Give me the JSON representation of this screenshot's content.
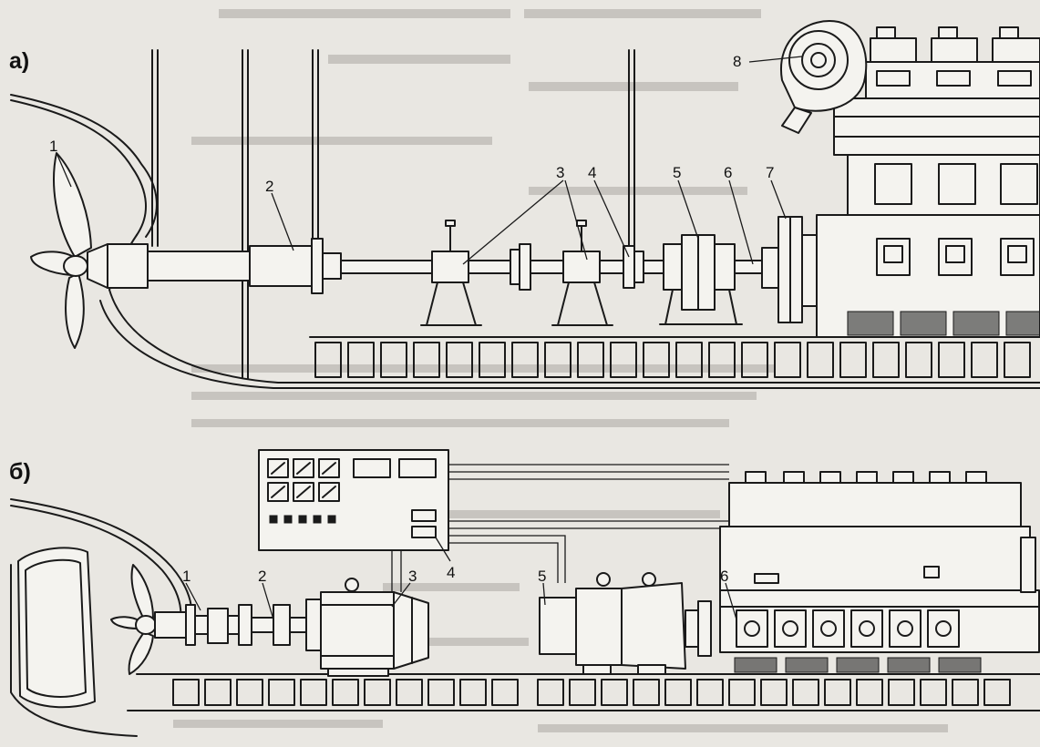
{
  "panels": [
    {
      "id": "a",
      "label": "а)"
    },
    {
      "id": "b",
      "label": "б)"
    }
  ],
  "labels_a": [
    "1",
    "2",
    "3",
    "4",
    "5",
    "6",
    "7",
    "8"
  ],
  "labels_b": [
    "1",
    "2",
    "3",
    "4",
    "5",
    "6"
  ],
  "colors": {
    "ink": "#1a1a1a",
    "paper": "#e9e7e2"
  }
}
